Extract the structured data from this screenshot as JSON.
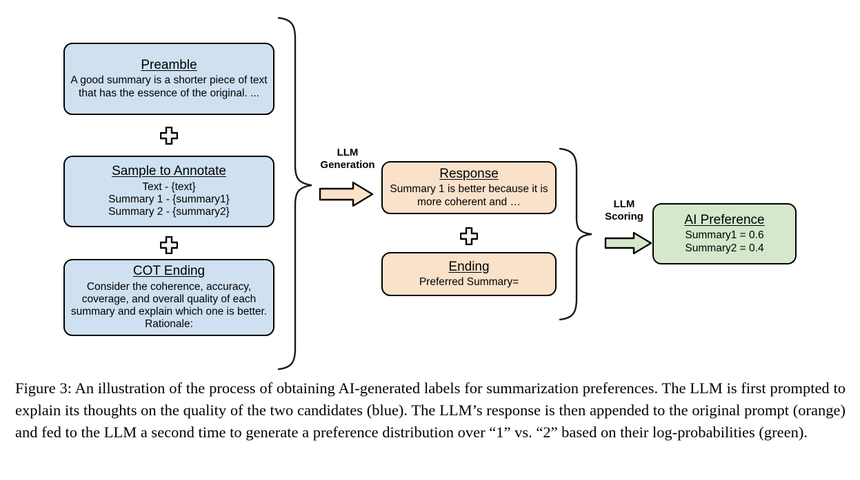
{
  "figure": {
    "blocks": {
      "preamble": {
        "title": "Preamble",
        "body": "A good summary is a shorter piece of text that has the essence of the original. ...",
        "color": "#cfe0f1",
        "group": "prompt"
      },
      "sample": {
        "title": "Sample to Annotate",
        "lines": [
          "Text - {text}",
          "Summary 1 - {summary1}",
          "Summary 2 - {summary2}"
        ],
        "color": "#cfe0f1",
        "group": "prompt"
      },
      "cot_ending": {
        "title": "COT Ending",
        "body": "Consider the coherence, accuracy, coverage, and overall quality of each summary and explain which one is better. Rationale:",
        "color": "#cfe0f1",
        "group": "prompt"
      },
      "response": {
        "title": "Response",
        "body": "Summary 1 is better because it is more coherent and …",
        "color": "#fae1ca",
        "group": "generation"
      },
      "ending": {
        "title": "Ending",
        "lines": [
          "Preferred Summary="
        ],
        "color": "#fae1ca",
        "group": "generation"
      },
      "ai_preference": {
        "title": "AI Preference",
        "lines": [
          "Summary1 = 0.6",
          "Summary2 = 0.4"
        ],
        "color": "#d5e8cc",
        "group": "scoring"
      }
    },
    "steps": {
      "generation": {
        "label": "LLM\nGeneration",
        "arrow_fill": "#fae1ca"
      },
      "scoring": {
        "label": "LLM\nScoring",
        "arrow_fill": "#d5e8cc"
      }
    },
    "connectors": {
      "plus_symbol": "plus",
      "plus_fill": "#f2f2f2",
      "brace_color": "#000000"
    }
  },
  "caption": {
    "text": "Figure 3: An illustration of the process of obtaining AI-generated labels for summarization preferences. The LLM is first prompted to explain its thoughts on the quality of the two candidates (blue). The LLM’s response is then appended to the original prompt (orange) and fed to the LLM a second time to generate a preference distribution over “1” vs. “2” based on their log-probabilities (green)."
  }
}
